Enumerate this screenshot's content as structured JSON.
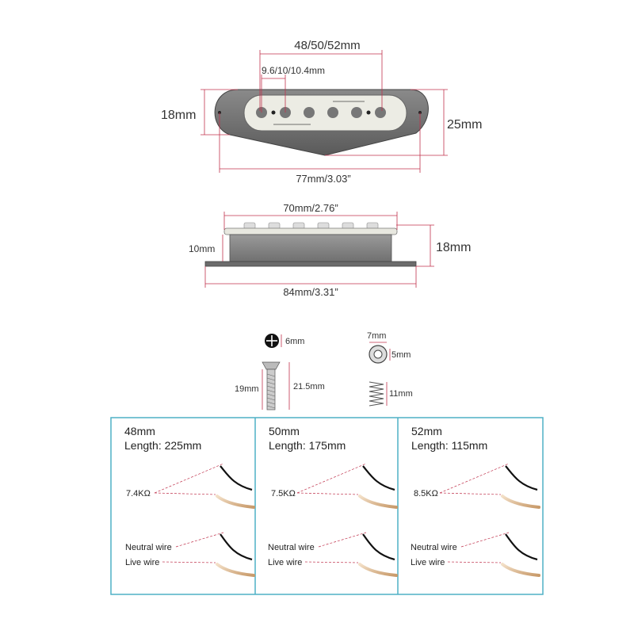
{
  "top_view": {
    "pole_spacing_overall": "48/50/52mm",
    "pole_spacing_single": "9.6/10/10.4mm",
    "height_left": "18mm",
    "height_right": "25mm",
    "overall_length": "77mm/3.03”"
  },
  "side_view": {
    "coil_length": "70mm/2.76”",
    "base_height": "10mm",
    "total_height": "18mm",
    "base_length": "84mm/3.31”"
  },
  "hardware": {
    "screw_head": "6mm",
    "screw_body": "19mm",
    "screw_total": "21.5mm",
    "tube_width": "7mm",
    "tube_height": "5mm",
    "spring_height": "11mm"
  },
  "wire_panels": [
    {
      "size": "48mm",
      "length": "Length: 225mm",
      "resistance": "7.4KΩ",
      "neutral": "Neutral wire",
      "live": "Live wire"
    },
    {
      "size": "50mm",
      "length": "Length: 175mm",
      "resistance": "7.5KΩ",
      "neutral": "Neutral wire",
      "live": "Live wire"
    },
    {
      "size": "52mm",
      "length": "Length: 115mm",
      "resistance": "8.5KΩ",
      "neutral": "Neutral wire",
      "live": "Live wire"
    }
  ],
  "colors": {
    "dimension_line": "#c0334d",
    "panel_border": "#4fb0c6",
    "baseplate": "#6b6b6b",
    "cover": "#e8e8e0"
  }
}
